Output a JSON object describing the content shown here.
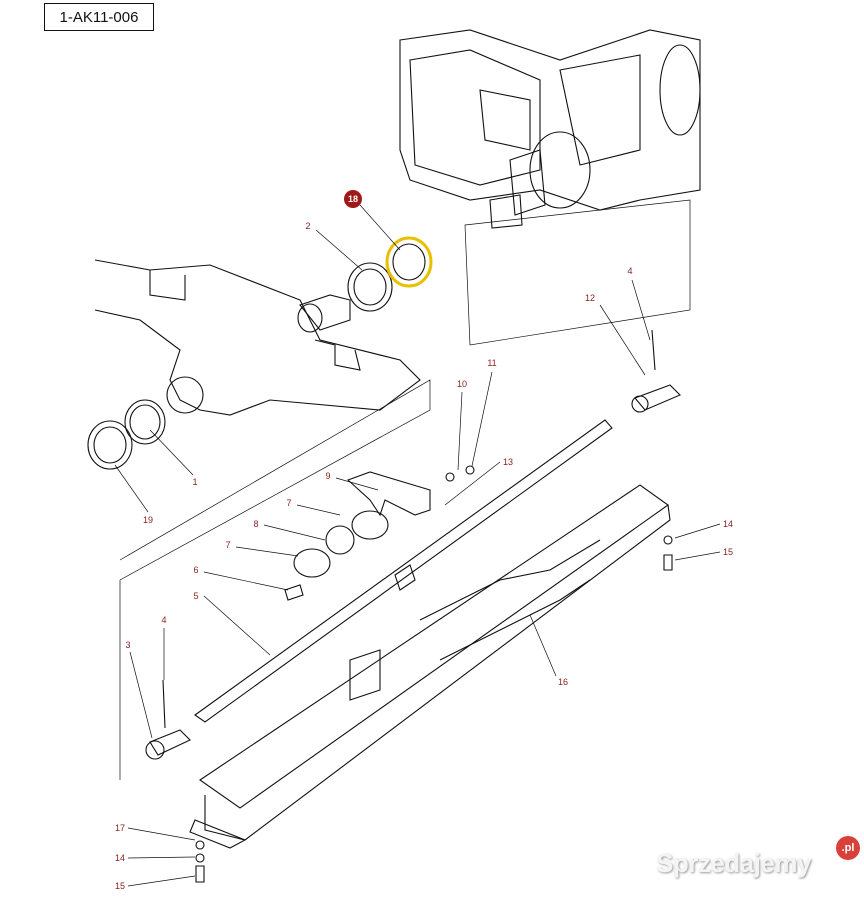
{
  "reference_code": "1-AK11-006",
  "highlight_color": "#e8c000",
  "callout_color": "#8b1c1c",
  "callouts": [
    "18",
    "2",
    "4",
    "12",
    "10",
    "11",
    "13",
    "9",
    "7",
    "8",
    "7",
    "6",
    "5",
    "4",
    "3",
    "16",
    "14",
    "15",
    "1",
    "19",
    "17",
    "14",
    "15"
  ],
  "watermark": {
    "text": "Sprzedajemy",
    "badge": ".pl"
  }
}
